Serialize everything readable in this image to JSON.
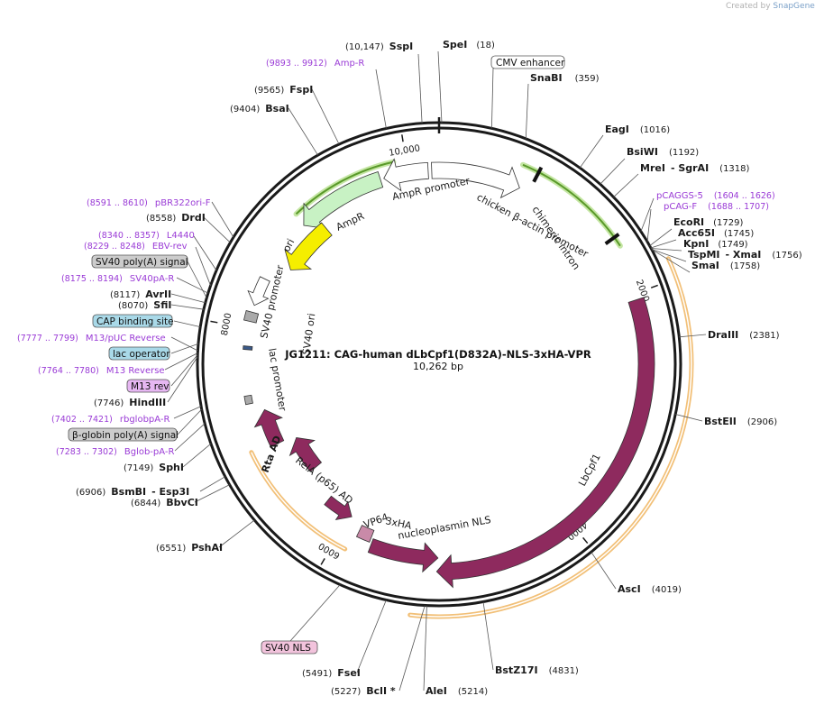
{
  "watermark": {
    "prefix": "Created by",
    "brand": "SnapGene"
  },
  "plasmid": {
    "name": "JG1211: CAG-human dLbCpf1(D832A)-NLS-3xHA-VPR",
    "length": "10,262 bp",
    "length_value": 10262
  },
  "ticks": [
    {
      "label": "2000",
      "pos": 2000
    },
    {
      "label": "4000",
      "pos": 4000
    },
    {
      "label": "6000",
      "pos": 6000
    },
    {
      "label": "8000",
      "pos": 8000
    },
    {
      "label": "10,000",
      "pos": 10000
    }
  ],
  "sites": [
    {
      "name": "SpeI",
      "pos": "(18)"
    },
    {
      "name": "SnaBI",
      "pos": "(359)"
    },
    {
      "name": "EagI",
      "pos": "(1016)"
    },
    {
      "name": "BsiWI",
      "pos": "(1192)"
    },
    {
      "name": "MreI",
      "extra": "- SgrAI",
      "pos": "(1318)"
    },
    {
      "name": "EcoRI",
      "pos": "(1729)"
    },
    {
      "name": "Acc65I",
      "pos": "(1745)"
    },
    {
      "name": "KpnI",
      "pos": "(1749)"
    },
    {
      "name": "TspMI",
      "extra": "- XmaI",
      "pos": "(1756)"
    },
    {
      "name": "SmaI",
      "pos": "(1758)"
    },
    {
      "name": "DraIII",
      "pos": "(2381)"
    },
    {
      "name": "BstEII",
      "pos": "(2906)"
    },
    {
      "name": "AscI",
      "pos": "(4019)"
    },
    {
      "name": "BstZ17I",
      "pos": "(4831)"
    },
    {
      "name": "AleI",
      "pos": "(5214)"
    },
    {
      "name": "BclI *",
      "pos": "(5227)"
    },
    {
      "name": "FseI",
      "pos": "(5491)"
    },
    {
      "name": "PshAI",
      "pos": "(6551)"
    },
    {
      "name": "BbvCI",
      "pos": "(6844)"
    },
    {
      "name": "BsmBI",
      "extra": "- Esp3I",
      "pos": "(6906)"
    },
    {
      "name": "SphI",
      "pos": "(7149)"
    },
    {
      "name": "HindIII",
      "pos": "(7746)"
    },
    {
      "name": "SfiI",
      "pos": "(8070)"
    },
    {
      "name": "AvrII",
      "pos": "(8117)"
    },
    {
      "name": "DrdI",
      "pos": "(8558)"
    },
    {
      "name": "BsaI",
      "pos": "(9404)"
    },
    {
      "name": "FspI",
      "pos": "(9565)"
    },
    {
      "name": "SspI",
      "pos": "(10,147)"
    }
  ],
  "primers": [
    {
      "name": "Amp-R",
      "pos": "(9893 .. 9912)"
    },
    {
      "name": "pCAGGS-5",
      "pos": "(1604 .. 1626)"
    },
    {
      "name": "pCAG-F",
      "pos": "(1688 .. 1707)"
    },
    {
      "name": "pBR322ori-F",
      "pos": "(8591 .. 8610)"
    },
    {
      "name": "L4440",
      "pos": "(8340 .. 8357)"
    },
    {
      "name": "EBV-rev",
      "pos": "(8229 .. 8248)"
    },
    {
      "name": "SV40pA-R",
      "pos": "(8175 .. 8194)"
    },
    {
      "name": "M13/pUC Reverse",
      "pos": "(7777 .. 7799)"
    },
    {
      "name": "M13 Reverse",
      "pos": "(7764 .. 7780)"
    },
    {
      "name": "rbglobpA-R",
      "pos": "(7402 .. 7421)"
    },
    {
      "name": "Bglob-pA-R",
      "pos": "(7283 .. 7302)"
    }
  ],
  "boxed_features": [
    {
      "name": "CMV enhancer"
    },
    {
      "name": "SV40 poly(A) signal"
    },
    {
      "name": "CAP binding site"
    },
    {
      "name": "lac operator"
    },
    {
      "name": "M13 rev"
    },
    {
      "name": "β-globin poly(A) signal"
    },
    {
      "name": "SV40 NLS"
    }
  ],
  "features": [
    {
      "name": "LbCpf1"
    },
    {
      "name": "AmpR"
    },
    {
      "name": "AmpR promoter"
    },
    {
      "name": "ori"
    },
    {
      "name": "chicken β-actin promoter"
    },
    {
      "name": "chimeric intron"
    },
    {
      "name": "SV40 promoter"
    },
    {
      "name": "SV40 ori"
    },
    {
      "name": "lac promoter"
    },
    {
      "name": "Rta AD"
    },
    {
      "name": "RelA (p65) AD"
    },
    {
      "name": "VP64"
    },
    {
      "name": "3xHA"
    },
    {
      "name": "nucleoplasmin NLS"
    }
  ],
  "colors": {
    "cds": "#8e2a5e",
    "ampr": "#c8f2c4",
    "ori": "#f5ee00",
    "primer": "#9a3bd6",
    "orf": "#f2c078",
    "intron": "#8cc850",
    "nls_box": "#f2c3dc",
    "cap_box": "#a9d9e8",
    "grey_box": "#cccccc",
    "m13_box": "#e6b7f2"
  }
}
